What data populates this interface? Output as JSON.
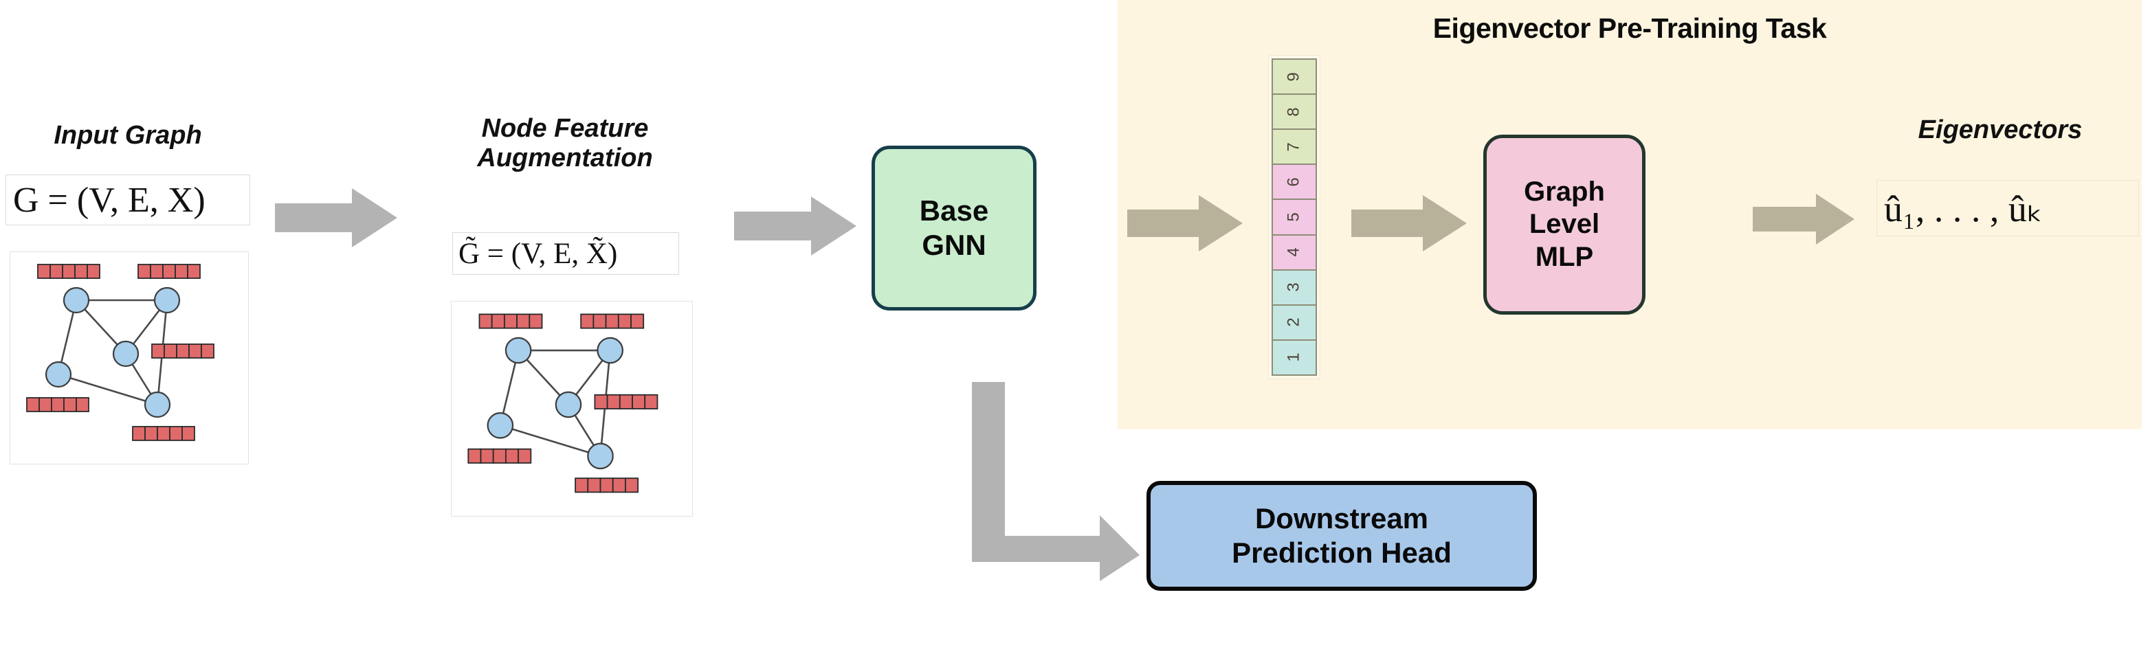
{
  "diagram": {
    "title": "Eigenvector Pre-Training Task pipeline",
    "background": "#ffffff"
  },
  "colors": {
    "panel_bg": "#fdf5e0",
    "base_gnn_fill": "#c9edcd",
    "base_gnn_border": "#173f4a",
    "mlp_fill": "#f4cada",
    "mlp_border": "#24372e",
    "downstream_fill": "#a8c8ea",
    "downstream_border": "#0a0a0a",
    "arrow_gray": "#b3b3b3",
    "arrow_tan": "#b8b29a",
    "node_fill": "#a8cfeb",
    "feature_cell": "#e06a6a",
    "eigen_green": "#dde8c0",
    "eigen_pink": "#f3c8e4",
    "eigen_teal": "#c5e7e3"
  },
  "stages": {
    "input_graph": {
      "caption": "Input Graph",
      "formula": "G = (V, E, X)"
    },
    "node_feature_augmentation": {
      "caption_line1": "Node Feature",
      "caption_line2": "Augmentation",
      "caption": "Node Feature Augmentation",
      "formula": "G̃ = (V, E, X̃)"
    },
    "base_gnn": {
      "line1": "Base",
      "line2": "GNN",
      "label": "Base GNN"
    },
    "graph_level_mlp": {
      "line1": "Graph",
      "line2": "Level",
      "line3": "MLP",
      "label": "Graph Level MLP"
    },
    "downstream": {
      "line1": "Downstream",
      "line2": "Prediction Head",
      "label": "Downstream Prediction Head"
    },
    "eigenvectors": {
      "caption": "Eigenvectors",
      "formula": "û₁, . . . , ûₖ",
      "formula_parts": {
        "u1": "û",
        "sub1": "1",
        "dots": ", . . . ,",
        "uk": "û",
        "subk": "k"
      }
    }
  },
  "pretrain_panel": {
    "title": "Eigenvector Pre-Training Task"
  },
  "eigen_column": {
    "cells": [
      {
        "label": "9",
        "color": "green"
      },
      {
        "label": "8",
        "color": "green"
      },
      {
        "label": "7",
        "color": "green"
      },
      {
        "label": "6",
        "color": "pink"
      },
      {
        "label": "5",
        "color": "pink"
      },
      {
        "label": "4",
        "color": "pink"
      },
      {
        "label": "3",
        "color": "teal"
      },
      {
        "label": "2",
        "color": "teal"
      },
      {
        "label": "1",
        "color": "teal"
      }
    ]
  },
  "arrows": [
    {
      "name": "input-to-augmentation",
      "style": "gray",
      "direction": "right"
    },
    {
      "name": "augmentation-to-gnn",
      "style": "gray",
      "direction": "right"
    },
    {
      "name": "gnn-to-eigen-column",
      "style": "tan",
      "direction": "right"
    },
    {
      "name": "eigen-column-to-mlp",
      "style": "tan",
      "direction": "right"
    },
    {
      "name": "mlp-to-eigenvectors",
      "style": "tan",
      "direction": "right"
    },
    {
      "name": "gnn-to-downstream",
      "style": "gray",
      "direction": "elbow-down-right"
    }
  ],
  "graph_figure": {
    "node_count": 5,
    "edges": [
      [
        0,
        1
      ],
      [
        0,
        2
      ],
      [
        0,
        3
      ],
      [
        1,
        2
      ],
      [
        1,
        4
      ],
      [
        2,
        4
      ],
      [
        3,
        4
      ]
    ],
    "feature_vectors": 5,
    "cells_per_vector": 5
  }
}
